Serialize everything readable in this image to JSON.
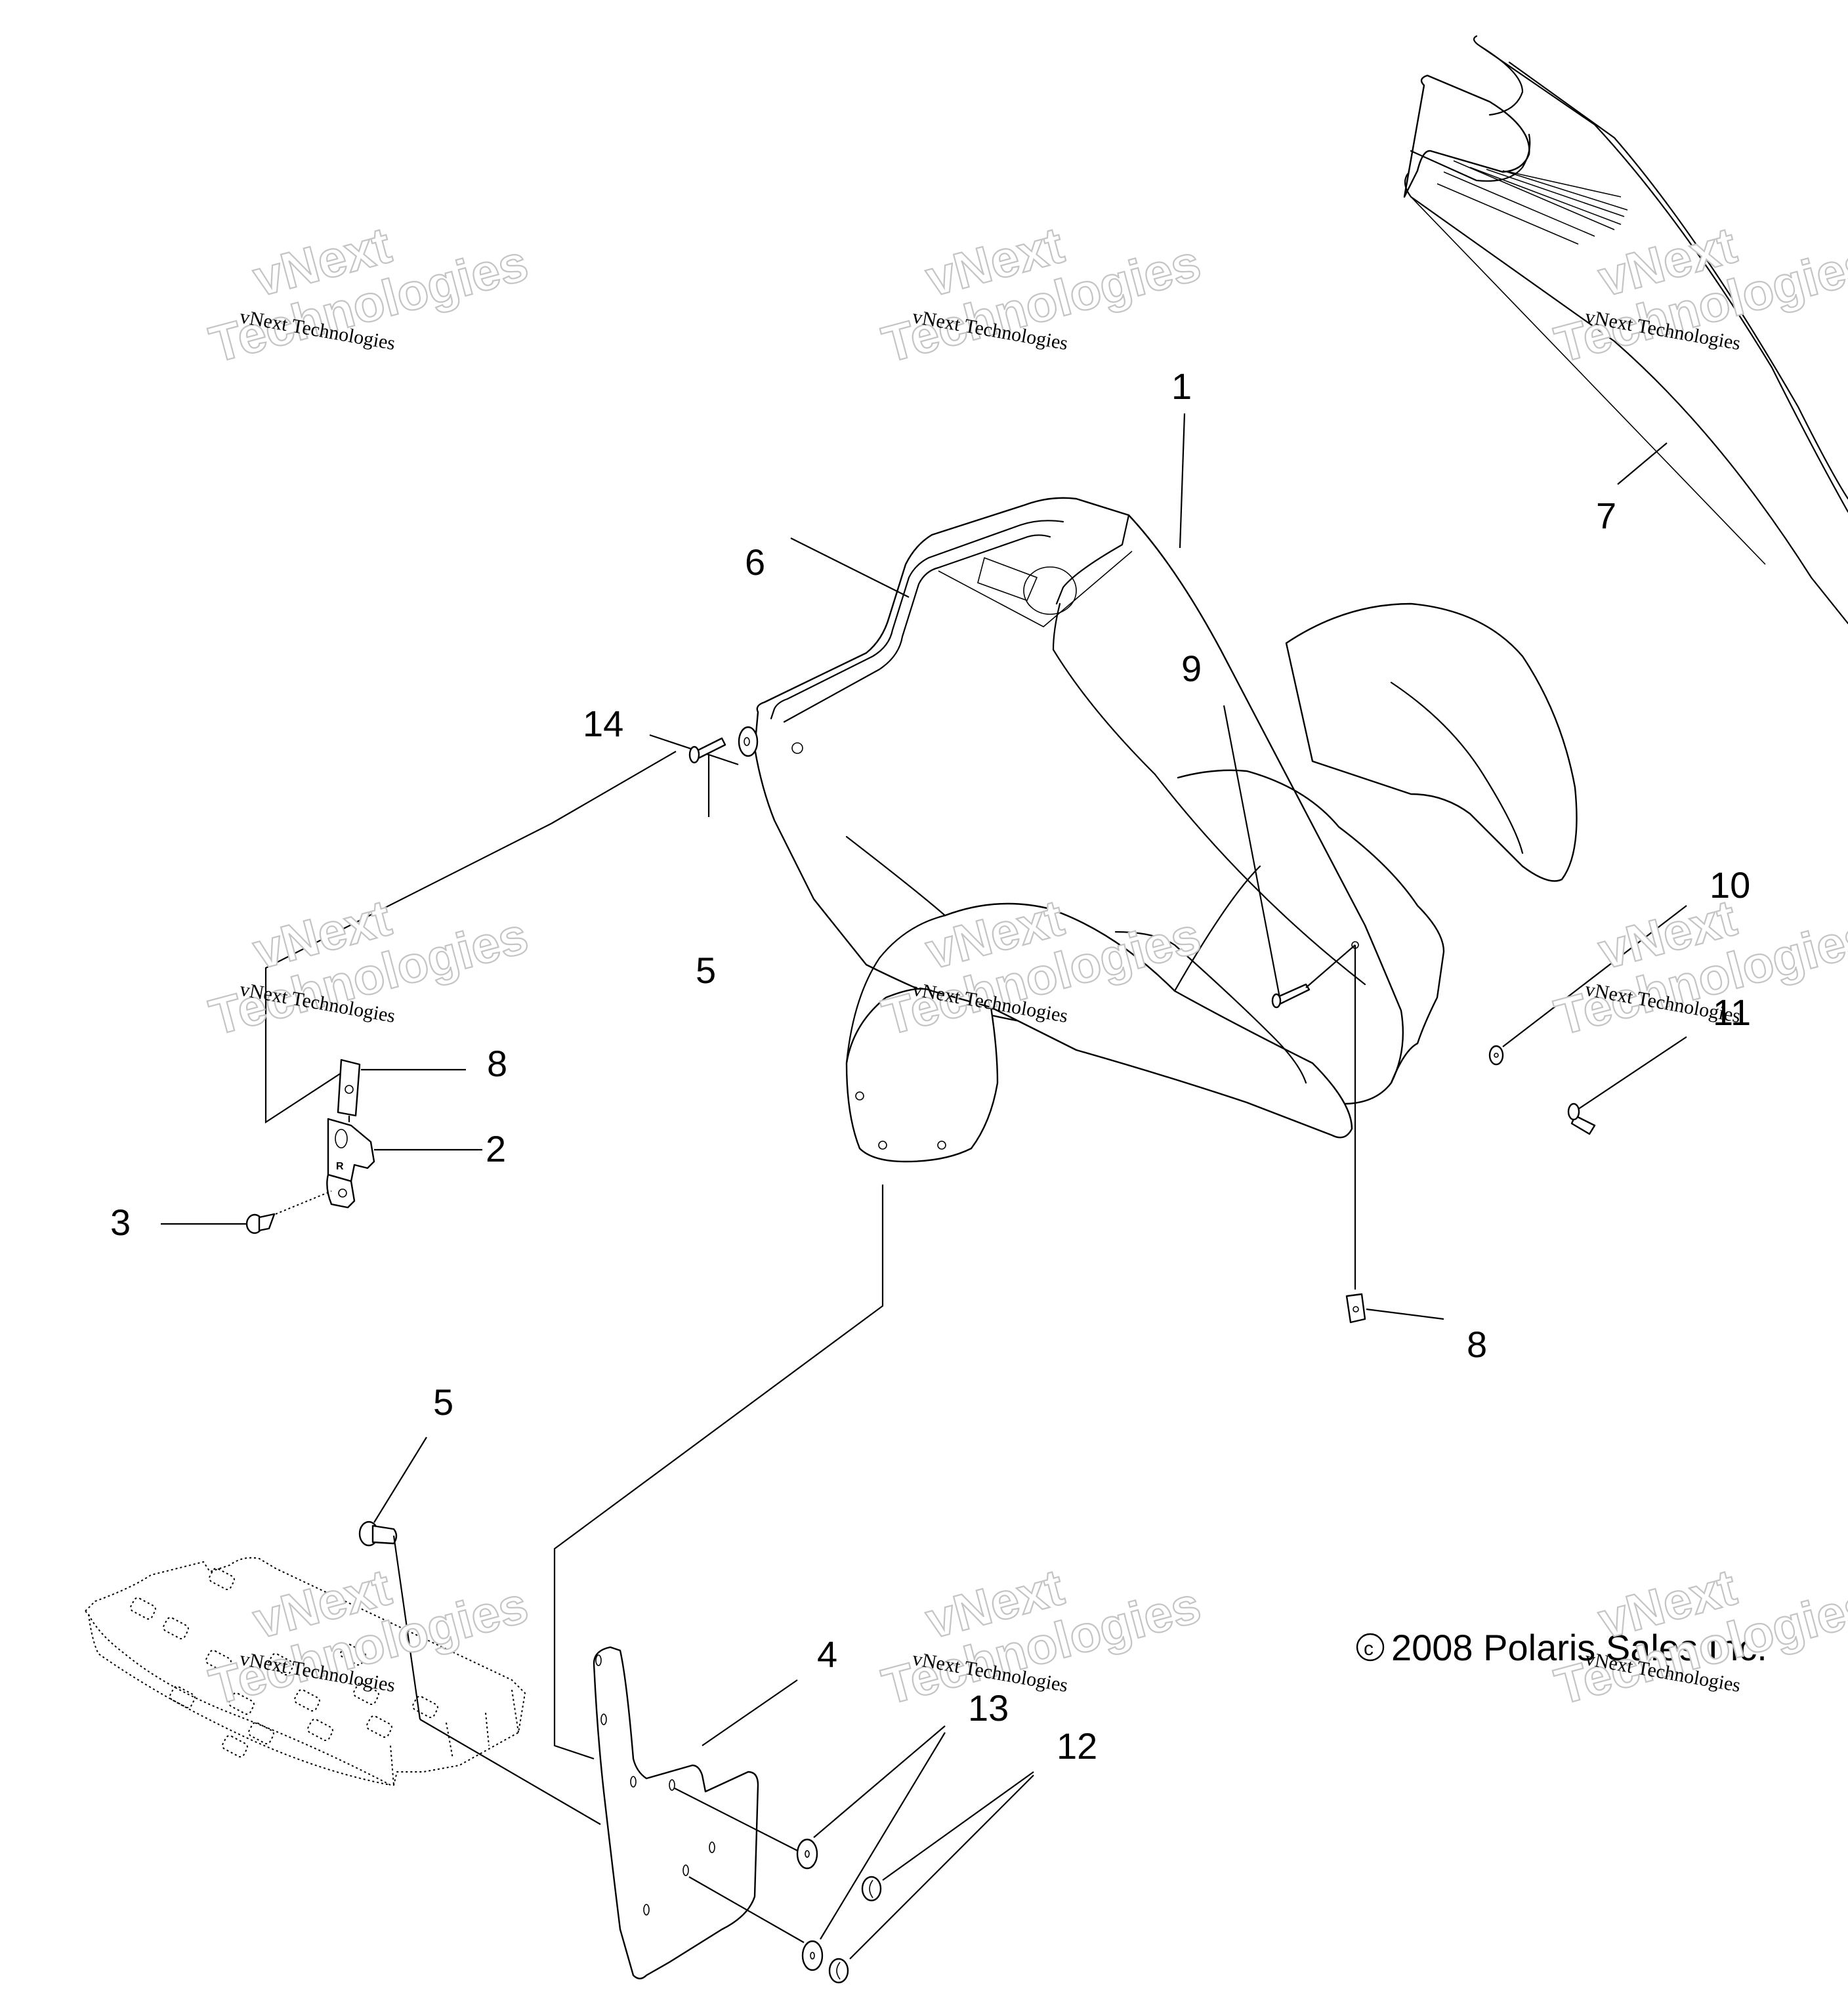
{
  "diagram": {
    "title": "Front Fender Assembly (exploded parts view)",
    "copyright": "2008 Polaris Sales Inc.",
    "copyright_symbol": "©",
    "callouts": [
      {
        "id": "1",
        "label": "1",
        "part": "front fender / cab"
      },
      {
        "id": "2",
        "label": "2",
        "part": "bracket (R)"
      },
      {
        "id": "3",
        "label": "3",
        "part": "push rivet"
      },
      {
        "id": "4",
        "label": "4",
        "part": "mud flap"
      },
      {
        "id": "5a",
        "label": "5",
        "part": "screw (upper)"
      },
      {
        "id": "5b",
        "label": "5",
        "part": "screw (footrest)"
      },
      {
        "id": "6",
        "label": "6",
        "part": "decal"
      },
      {
        "id": "7",
        "label": "7",
        "part": "trim / seal strip"
      },
      {
        "id": "8a",
        "label": "8",
        "part": "speed nut (left)"
      },
      {
        "id": "8b",
        "label": "8",
        "part": "speed nut (right)"
      },
      {
        "id": "9",
        "label": "9",
        "part": "screw"
      },
      {
        "id": "10",
        "label": "10",
        "part": "washer"
      },
      {
        "id": "11",
        "label": "11",
        "part": "screw"
      },
      {
        "id": "12",
        "label": "12",
        "part": "nut"
      },
      {
        "id": "13",
        "label": "13",
        "part": "washer"
      },
      {
        "id": "14",
        "label": "14",
        "part": "washer"
      }
    ],
    "bracket_mark": "R"
  },
  "watermark": {
    "line_small": "vNext Technologies",
    "line_big_1": "vNext",
    "line_big_2": "Technologies",
    "count": 9
  }
}
